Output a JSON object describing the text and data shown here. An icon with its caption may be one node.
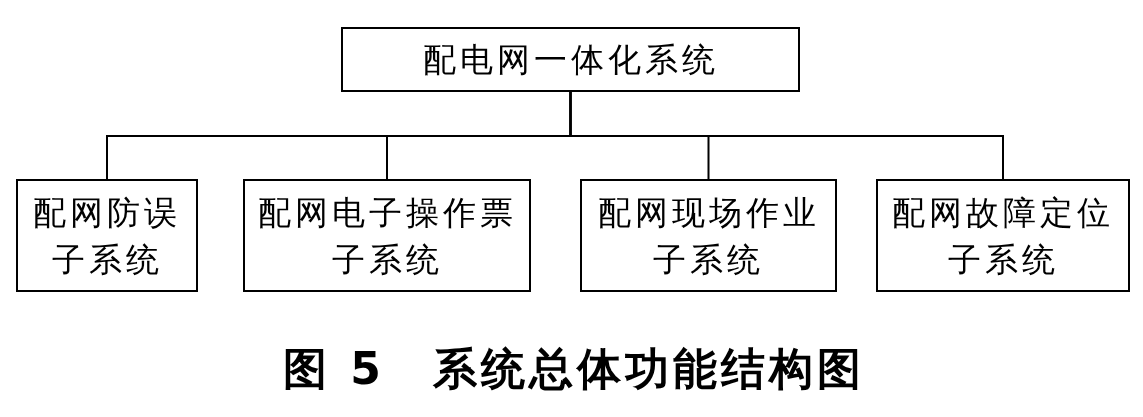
{
  "diagram": {
    "caption": "图 5　系统总体功能结构图",
    "nodes": [
      {
        "text": [
          "配电网一体化系统"
        ]
      },
      {
        "text": [
          "配网防误子系统"
        ]
      },
      {
        "text": [
          "配网电子操作票子系统"
        ]
      },
      {
        "text": [
          "配网现场作业子系统"
        ]
      },
      {
        "text": [
          "配网故障定位子系统"
        ]
      }
    ],
    "edges": [
      {
        "from": 0,
        "to": 1,
        "arrow": "none"
      },
      {
        "from": 0,
        "to": 2,
        "arrow": "none"
      },
      {
        "from": 0,
        "to": 3,
        "arrow": "none"
      },
      {
        "from": 0,
        "to": 4,
        "arrow": "none"
      }
    ]
  }
}
